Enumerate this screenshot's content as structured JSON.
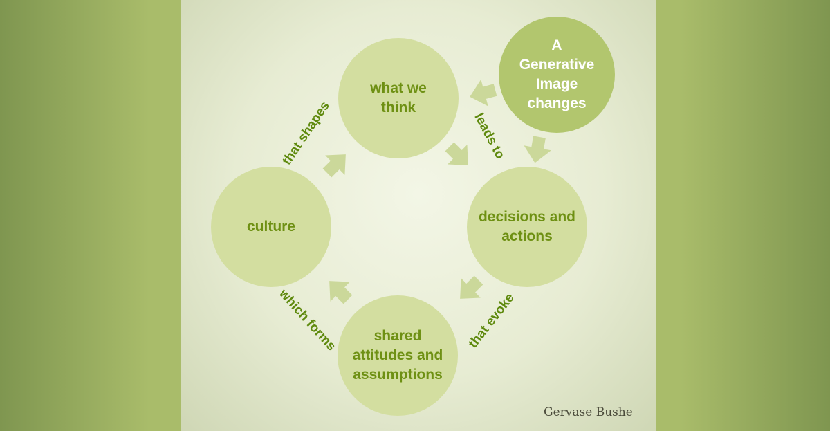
{
  "nodes": {
    "what_we_think": "what we think",
    "decisions": "decisions and actions",
    "shared": "shared attitudes and assumptions",
    "culture": "culture",
    "generative": "A Generative Image changes"
  },
  "edges": {
    "leads_to": "leads to",
    "that_evoke": "that evoke",
    "which_forms": "which forms",
    "that_shapes": "that shapes"
  },
  "credit": "Gervase Bushe",
  "colors": {
    "circle": "#d3dea0",
    "accent_circle": "#b2c66e",
    "text_green": "#6e9013",
    "arrow": "#cbd89a"
  }
}
